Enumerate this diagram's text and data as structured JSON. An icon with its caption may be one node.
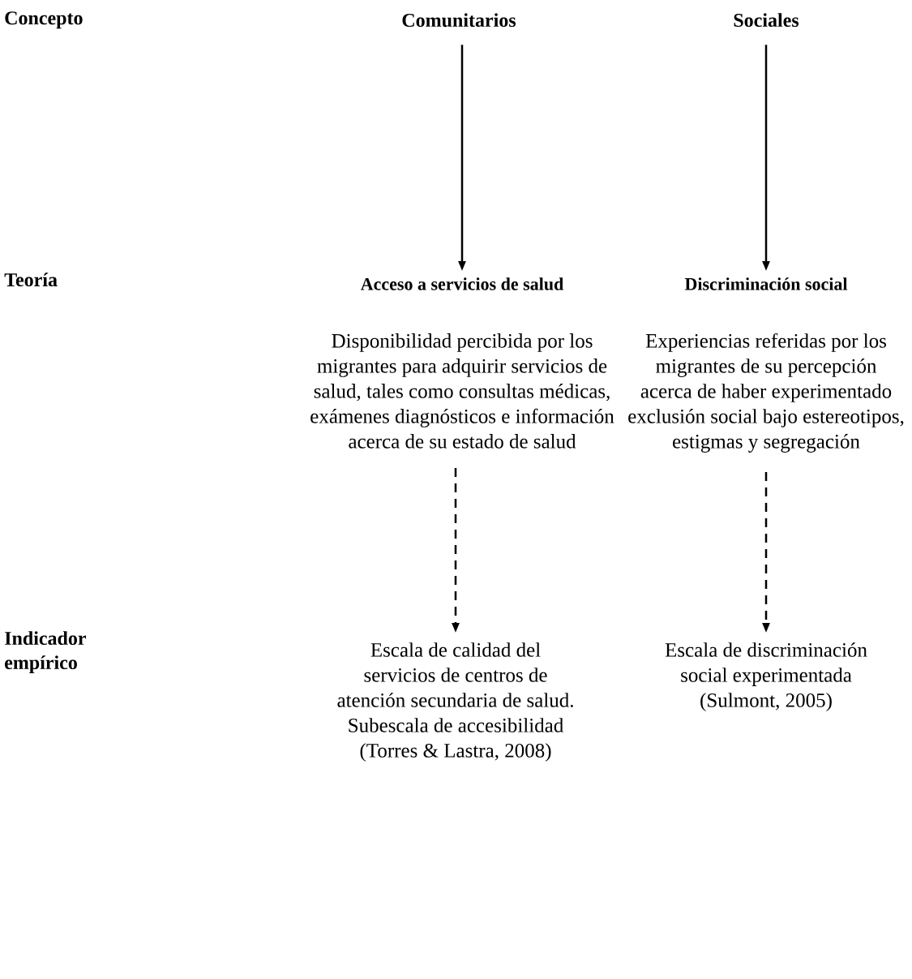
{
  "diagram": {
    "nodes": [
      {
        "text": [
          "Comunitarios"
        ]
      },
      {
        "text": [
          "Sociales"
        ]
      },
      {
        "text": [
          "Acceso a servicios de salud",
          "Disponibilidad percibida por los migrantes para adquirir servicios de salud, tales como consultas médicas, exámenes diagnósticos e información acerca de su estado de salud"
        ]
      },
      {
        "text": [
          "Discriminación social",
          "Experiencias referidas por los migrantes de su percepción acerca de haber experimentado exclusión social bajo estereotipos, estigmas y segregación"
        ]
      },
      {
        "text": [
          "Escala de calidad del servicios de centros de atención secundaria de salud. Subescala de accesibilidad",
          "(Torres & Lastra, 2008)"
        ]
      },
      {
        "text": [
          "Escala de discriminación social experimentada",
          "(Sulmont, 2005)"
        ]
      }
    ],
    "edges": [
      {
        "from": 0,
        "to": 2,
        "arrow": "to"
      },
      {
        "from": 1,
        "to": 3,
        "arrow": "to"
      },
      {
        "from": 2,
        "to": 4,
        "arrow": "to",
        "style": "dashed"
      },
      {
        "from": 3,
        "to": 5,
        "arrow": "to",
        "style": "dashed"
      }
    ],
    "labels": [
      "Concepto",
      "Teoría",
      "Indicador empírico"
    ]
  }
}
